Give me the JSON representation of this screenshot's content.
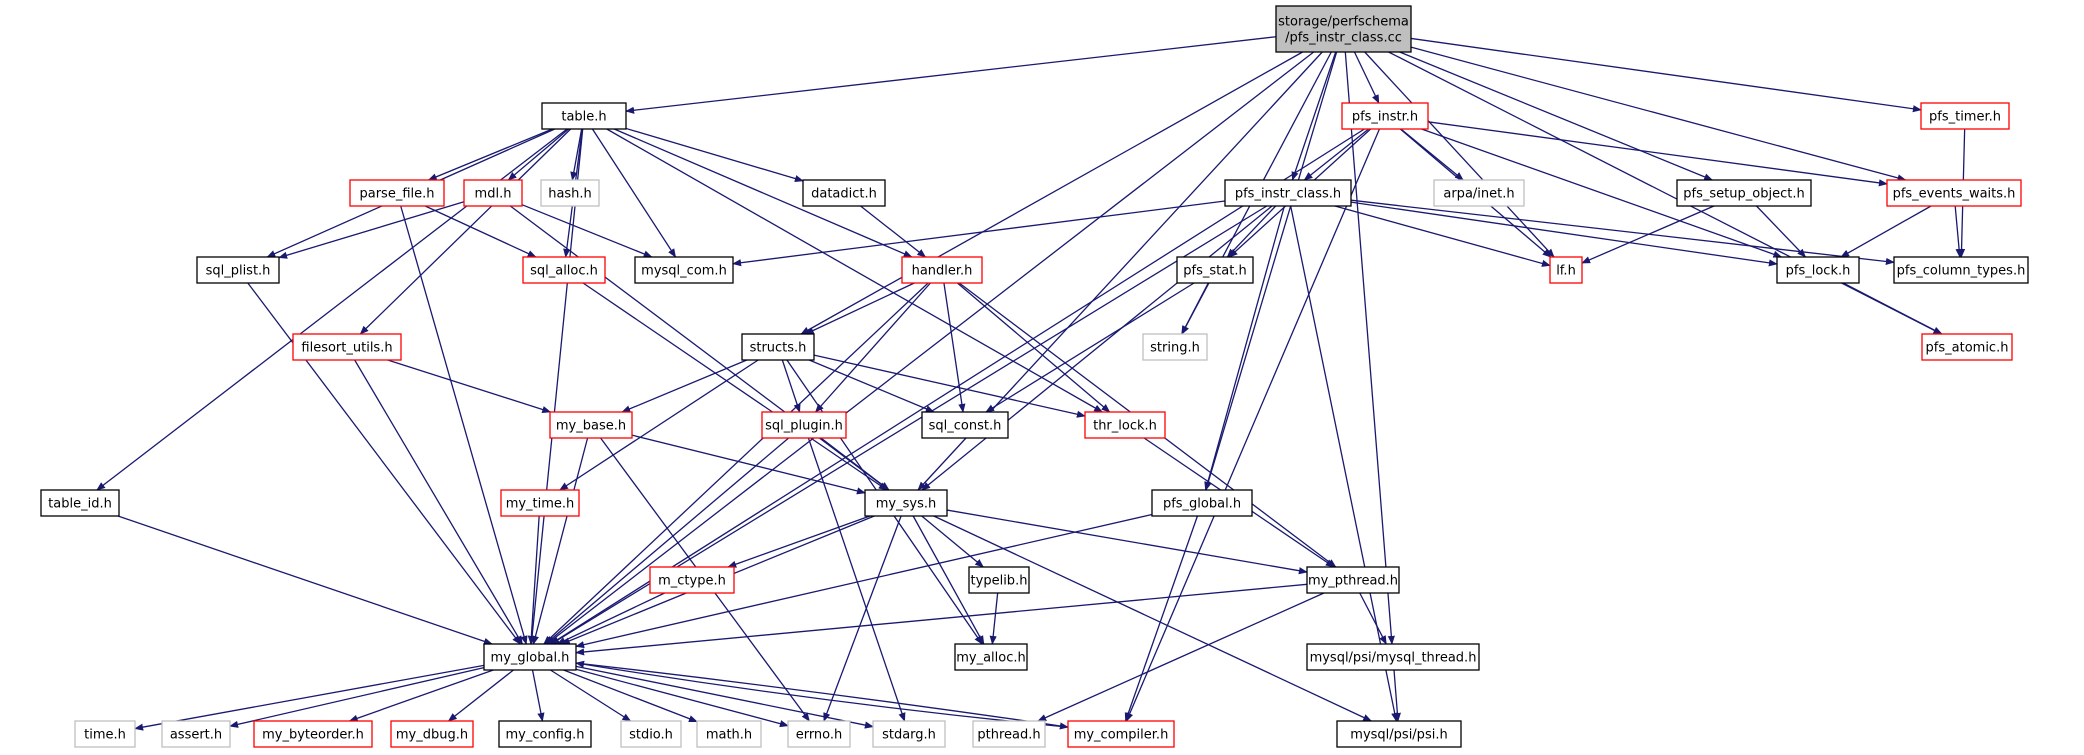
{
  "graph": {
    "style": {
      "edge_color": "#191970",
      "node_fill": "#ffffff",
      "root_fill": "#bfbfbf",
      "border_normal": "#000000",
      "border_linked": "#ff0000",
      "border_external": "#bfbfbf"
    },
    "nodes": [
      {
        "id": "root",
        "label": "storage/perfschema\n/pfs_instr_class.cc",
        "kind": "root"
      },
      {
        "id": "table_h",
        "label": "table.h",
        "kind": "normal"
      },
      {
        "id": "pfs_instr_h",
        "label": "pfs_instr.h",
        "kind": "linked"
      },
      {
        "id": "pfs_timer_h",
        "label": "pfs_timer.h",
        "kind": "linked"
      },
      {
        "id": "parse_file_h",
        "label": "parse_file.h",
        "kind": "linked"
      },
      {
        "id": "mdl_h",
        "label": "mdl.h",
        "kind": "linked"
      },
      {
        "id": "hash_h",
        "label": "hash.h",
        "kind": "external"
      },
      {
        "id": "datadict_h",
        "label": "datadict.h",
        "kind": "normal"
      },
      {
        "id": "pfs_instr_class_h",
        "label": "pfs_instr_class.h",
        "kind": "normal"
      },
      {
        "id": "arpa_inet_h",
        "label": "arpa/inet.h",
        "kind": "external"
      },
      {
        "id": "pfs_setup_object_h",
        "label": "pfs_setup_object.h",
        "kind": "normal"
      },
      {
        "id": "pfs_events_waits_h",
        "label": "pfs_events_waits.h",
        "kind": "linked"
      },
      {
        "id": "sql_plist_h",
        "label": "sql_plist.h",
        "kind": "normal"
      },
      {
        "id": "sql_alloc_h",
        "label": "sql_alloc.h",
        "kind": "linked"
      },
      {
        "id": "mysql_com_h",
        "label": "mysql_com.h",
        "kind": "normal"
      },
      {
        "id": "handler_h",
        "label": "handler.h",
        "kind": "linked"
      },
      {
        "id": "pfs_stat_h",
        "label": "pfs_stat.h",
        "kind": "normal"
      },
      {
        "id": "lf_h",
        "label": "lf.h",
        "kind": "linked"
      },
      {
        "id": "pfs_lock_h",
        "label": "pfs_lock.h",
        "kind": "normal"
      },
      {
        "id": "pfs_column_types_h",
        "label": "pfs_column_types.h",
        "kind": "normal"
      },
      {
        "id": "filesort_utils_h",
        "label": "filesort_utils.h",
        "kind": "linked"
      },
      {
        "id": "structs_h",
        "label": "structs.h",
        "kind": "normal"
      },
      {
        "id": "string_h",
        "label": "string.h",
        "kind": "external"
      },
      {
        "id": "pfs_atomic_h",
        "label": "pfs_atomic.h",
        "kind": "linked"
      },
      {
        "id": "my_base_h",
        "label": "my_base.h",
        "kind": "linked"
      },
      {
        "id": "sql_plugin_h",
        "label": "sql_plugin.h",
        "kind": "linked"
      },
      {
        "id": "sql_const_h",
        "label": "sql_const.h",
        "kind": "normal"
      },
      {
        "id": "thr_lock_h",
        "label": "thr_lock.h",
        "kind": "linked"
      },
      {
        "id": "table_id_h",
        "label": "table_id.h",
        "kind": "normal"
      },
      {
        "id": "my_time_h",
        "label": "my_time.h",
        "kind": "linked"
      },
      {
        "id": "my_sys_h",
        "label": "my_sys.h",
        "kind": "normal"
      },
      {
        "id": "pfs_global_h",
        "label": "pfs_global.h",
        "kind": "normal"
      },
      {
        "id": "m_ctype_h",
        "label": "m_ctype.h",
        "kind": "linked"
      },
      {
        "id": "typelib_h",
        "label": "typelib.h",
        "kind": "normal"
      },
      {
        "id": "my_pthread_h",
        "label": "my_pthread.h",
        "kind": "normal"
      },
      {
        "id": "my_global_h",
        "label": "my_global.h",
        "kind": "normal"
      },
      {
        "id": "my_alloc_h",
        "label": "my_alloc.h",
        "kind": "normal"
      },
      {
        "id": "mysql_thread_h",
        "label": "mysql/psi/mysql_thread.h",
        "kind": "normal"
      },
      {
        "id": "time_h",
        "label": "time.h",
        "kind": "external"
      },
      {
        "id": "assert_h",
        "label": "assert.h",
        "kind": "external"
      },
      {
        "id": "my_byteorder_h",
        "label": "my_byteorder.h",
        "kind": "linked"
      },
      {
        "id": "my_dbug_h",
        "label": "my_dbug.h",
        "kind": "linked"
      },
      {
        "id": "my_config_h",
        "label": "my_config.h",
        "kind": "normal"
      },
      {
        "id": "stdio_h",
        "label": "stdio.h",
        "kind": "external"
      },
      {
        "id": "math_h",
        "label": "math.h",
        "kind": "external"
      },
      {
        "id": "errno_h",
        "label": "errno.h",
        "kind": "external"
      },
      {
        "id": "stdarg_h",
        "label": "stdarg.h",
        "kind": "external"
      },
      {
        "id": "pthread_h",
        "label": "pthread.h",
        "kind": "external"
      },
      {
        "id": "my_compiler_h",
        "label": "my_compiler.h",
        "kind": "linked"
      },
      {
        "id": "psi_h",
        "label": "mysql/psi/psi.h",
        "kind": "normal"
      }
    ],
    "edges": [
      [
        "root",
        "table_h"
      ],
      [
        "root",
        "pfs_instr_h"
      ],
      [
        "root",
        "pfs_timer_h"
      ],
      [
        "root",
        "pfs_instr_class_h"
      ],
      [
        "root",
        "pfs_setup_object_h"
      ],
      [
        "root",
        "pfs_events_waits_h"
      ],
      [
        "root",
        "lf_h"
      ],
      [
        "root",
        "structs_h"
      ],
      [
        "root",
        "string_h"
      ],
      [
        "root",
        "pfs_atomic_h"
      ],
      [
        "root",
        "my_sys_h"
      ],
      [
        "root",
        "pfs_global_h"
      ],
      [
        "root",
        "my_global_h"
      ],
      [
        "root",
        "mysql_thread_h"
      ],
      [
        "table_h",
        "parse_file_h"
      ],
      [
        "table_h",
        "mdl_h"
      ],
      [
        "table_h",
        "hash_h"
      ],
      [
        "table_h",
        "datadict_h"
      ],
      [
        "table_h",
        "sql_plist_h"
      ],
      [
        "table_h",
        "sql_alloc_h"
      ],
      [
        "table_h",
        "mysql_com_h"
      ],
      [
        "table_h",
        "handler_h"
      ],
      [
        "table_h",
        "filesort_utils_h"
      ],
      [
        "table_h",
        "table_id_h"
      ],
      [
        "table_h",
        "thr_lock_h"
      ],
      [
        "table_h",
        "my_global_h"
      ],
      [
        "pfs_instr_h",
        "pfs_instr_class_h"
      ],
      [
        "pfs_instr_h",
        "arpa_inet_h"
      ],
      [
        "pfs_instr_h",
        "pfs_events_waits_h"
      ],
      [
        "pfs_instr_h",
        "pfs_stat_h"
      ],
      [
        "pfs_instr_h",
        "lf_h"
      ],
      [
        "pfs_instr_h",
        "pfs_lock_h"
      ],
      [
        "pfs_instr_h",
        "my_global_h"
      ],
      [
        "pfs_instr_h",
        "my_compiler_h"
      ],
      [
        "pfs_timer_h",
        "pfs_column_types_h"
      ],
      [
        "parse_file_h",
        "my_global_h"
      ],
      [
        "parse_file_h",
        "sql_alloc_h"
      ],
      [
        "mdl_h",
        "sql_plist_h"
      ],
      [
        "mdl_h",
        "mysql_com_h"
      ],
      [
        "mdl_h",
        "my_sys_h"
      ],
      [
        "datadict_h",
        "handler_h"
      ],
      [
        "pfs_instr_class_h",
        "mysql_com_h"
      ],
      [
        "pfs_instr_class_h",
        "pfs_stat_h"
      ],
      [
        "pfs_instr_class_h",
        "lf_h"
      ],
      [
        "pfs_instr_class_h",
        "pfs_lock_h"
      ],
      [
        "pfs_instr_class_h",
        "pfs_column_types_h"
      ],
      [
        "pfs_instr_class_h",
        "my_sys_h"
      ],
      [
        "pfs_instr_class_h",
        "pfs_global_h"
      ],
      [
        "pfs_instr_class_h",
        "psi_h"
      ],
      [
        "pfs_instr_class_h",
        "my_global_h"
      ],
      [
        "pfs_setup_object_h",
        "lf_h"
      ],
      [
        "pfs_setup_object_h",
        "pfs_lock_h"
      ],
      [
        "pfs_events_waits_h",
        "pfs_lock_h"
      ],
      [
        "pfs_events_waits_h",
        "pfs_column_types_h"
      ],
      [
        "sql_plist_h",
        "my_global_h"
      ],
      [
        "sql_alloc_h",
        "my_sys_h"
      ],
      [
        "handler_h",
        "structs_h"
      ],
      [
        "handler_h",
        "sql_plugin_h"
      ],
      [
        "handler_h",
        "sql_const_h"
      ],
      [
        "handler_h",
        "thr_lock_h"
      ],
      [
        "handler_h",
        "my_pthread_h"
      ],
      [
        "handler_h",
        "my_global_h"
      ],
      [
        "pfs_stat_h",
        "string_h"
      ],
      [
        "pfs_stat_h",
        "sql_const_h"
      ],
      [
        "pfs_lock_h",
        "pfs_atomic_h"
      ],
      [
        "filesort_utils_h",
        "my_base_h"
      ],
      [
        "filesort_utils_h",
        "my_global_h"
      ],
      [
        "structs_h",
        "my_base_h"
      ],
      [
        "structs_h",
        "sql_plugin_h"
      ],
      [
        "structs_h",
        "sql_const_h"
      ],
      [
        "structs_h",
        "thr_lock_h"
      ],
      [
        "structs_h",
        "my_time_h"
      ],
      [
        "structs_h",
        "my_alloc_h"
      ],
      [
        "my_base_h",
        "my_sys_h"
      ],
      [
        "my_base_h",
        "my_global_h"
      ],
      [
        "my_base_h",
        "errno_h"
      ],
      [
        "sql_plugin_h",
        "my_sys_h"
      ],
      [
        "sql_plugin_h",
        "my_global_h"
      ],
      [
        "sql_plugin_h",
        "stdarg_h"
      ],
      [
        "thr_lock_h",
        "my_pthread_h"
      ],
      [
        "table_id_h",
        "my_global_h"
      ],
      [
        "my_time_h",
        "my_global_h"
      ],
      [
        "my_sys_h",
        "m_ctype_h"
      ],
      [
        "my_sys_h",
        "typelib_h"
      ],
      [
        "my_sys_h",
        "my_pthread_h"
      ],
      [
        "my_sys_h",
        "my_alloc_h"
      ],
      [
        "my_sys_h",
        "psi_h"
      ],
      [
        "my_sys_h",
        "errno_h"
      ],
      [
        "my_sys_h",
        "my_global_h"
      ],
      [
        "pfs_global_h",
        "my_global_h"
      ],
      [
        "pfs_global_h",
        "my_compiler_h"
      ],
      [
        "m_ctype_h",
        "my_global_h"
      ],
      [
        "typelib_h",
        "my_alloc_h"
      ],
      [
        "my_pthread_h",
        "my_global_h"
      ],
      [
        "my_pthread_h",
        "mysql_thread_h"
      ],
      [
        "my_pthread_h",
        "pthread_h"
      ],
      [
        "mysql_thread_h",
        "psi_h"
      ],
      [
        "my_global_h",
        "time_h"
      ],
      [
        "my_global_h",
        "assert_h"
      ],
      [
        "my_global_h",
        "my_byteorder_h"
      ],
      [
        "my_global_h",
        "my_dbug_h"
      ],
      [
        "my_global_h",
        "my_config_h"
      ],
      [
        "my_global_h",
        "stdio_h"
      ],
      [
        "my_global_h",
        "math_h"
      ],
      [
        "my_global_h",
        "errno_h"
      ],
      [
        "my_global_h",
        "stdarg_h"
      ],
      [
        "my_global_h",
        "my_compiler_h"
      ],
      [
        "my_compiler_h",
        "my_global_h"
      ]
    ]
  }
}
